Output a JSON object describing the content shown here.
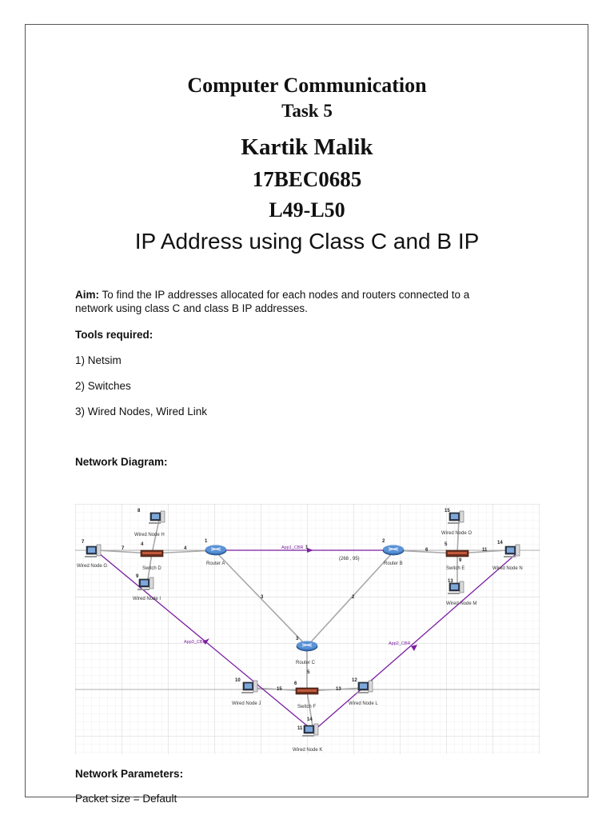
{
  "title": {
    "line1": "Computer Communication",
    "line2": "Task 5",
    "name": "Kartik Malik",
    "reg": "17BEC0685",
    "slot": "L49-L50",
    "subtitle": "IP Address using Class C and B IP"
  },
  "aim": {
    "label": "Aim:",
    "text": " To find the IP addresses allocated for each nodes and routers connected to a network using class C and class B IP addresses."
  },
  "tools": {
    "heading": "Tools required:",
    "items": [
      "1) Netsim",
      "2) Switches",
      "3) Wired Nodes, Wired Link"
    ]
  },
  "diagram_heading": "Network Diagram:",
  "diagram": {
    "nodes": [
      {
        "name": "Wired Node G",
        "num": "7"
      },
      {
        "name": "Wired Node H",
        "num": "8"
      },
      {
        "name": "Switch D",
        "num": "4"
      },
      {
        "name": "Wired Node I",
        "num": "9"
      },
      {
        "name": "Router A",
        "num": "1"
      },
      {
        "name": "Router B",
        "num": "2"
      },
      {
        "name": "Router C",
        "num": "3"
      },
      {
        "name": "Wired Node O",
        "num": "15"
      },
      {
        "name": "Switch E",
        "num": "5"
      },
      {
        "name": "Wired Node N",
        "num": "14"
      },
      {
        "name": "Wired Node M",
        "num": "13"
      },
      {
        "name": "Wired Node J",
        "num": "10"
      },
      {
        "name": "Switch F",
        "num": "6"
      },
      {
        "name": "Wired Node L",
        "num": "12"
      },
      {
        "name": "Wired Node K",
        "num": "11"
      }
    ],
    "links": [
      "7",
      "4",
      "1",
      "3",
      "2",
      "6",
      "11",
      "15",
      "13",
      "14",
      "9",
      "5"
    ],
    "apps": [
      "App1_CBR",
      "App2_CBR",
      "App3_CBR"
    ],
    "coord": "(268 , 95)"
  },
  "params_heading": "Network Parameters:",
  "packet": "Packet size = Default"
}
